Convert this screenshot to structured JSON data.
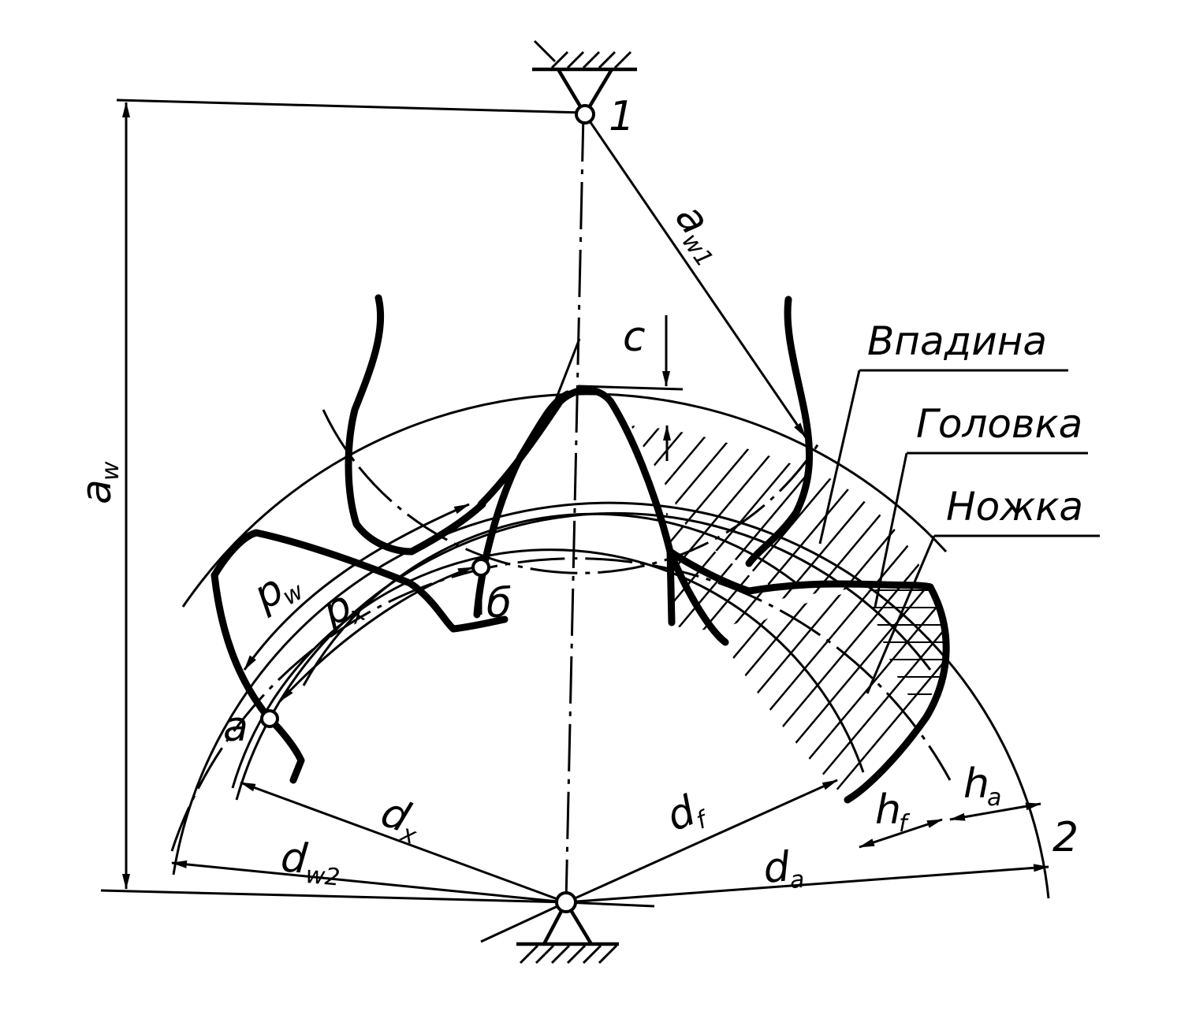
{
  "labels": {
    "aw": "a",
    "aw_sub": "w",
    "aw1": "a",
    "aw1_sub": "w1",
    "c": "c",
    "pw": "p",
    "pw_sub": "w",
    "px": "p",
    "px_sub": "x",
    "point_b": "б",
    "point_a": "a",
    "dx": "d",
    "dx_sub": "x",
    "dw2": "d",
    "dw2_sub": "w2",
    "df": "d",
    "df_sub": "f",
    "da": "d",
    "da_sub": "a",
    "hf": "h",
    "hf_sub": "f",
    "ha": "h",
    "ha_sub": "a",
    "pivot_1": "1",
    "pivot_2": "2"
  },
  "callouts": {
    "vpadina": "Впадина",
    "golovka": "Головка",
    "nozhka": "Ножка"
  }
}
